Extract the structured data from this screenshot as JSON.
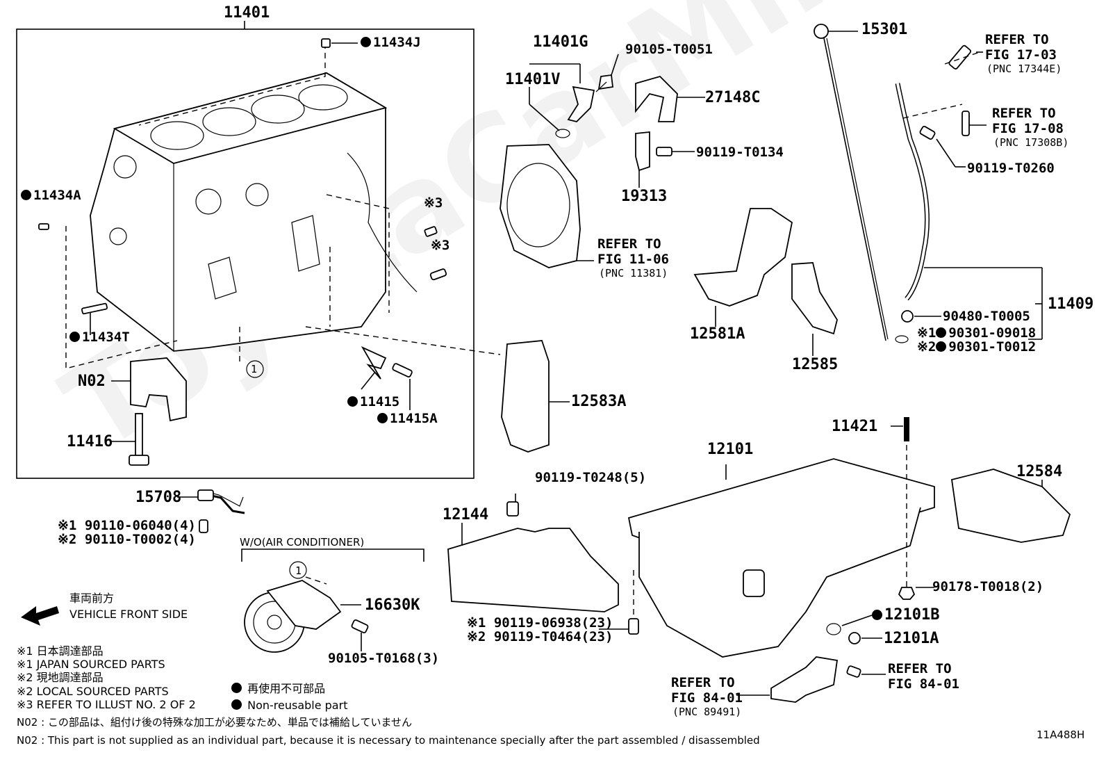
{
  "watermark": "ToyotaCarMine.ru",
  "diagram_id": "11A488H",
  "labels": {
    "p11401": "11401",
    "p11434J": "11434J",
    "p11434A": "11434A",
    "p11434T": "11434T",
    "p11415": "11415",
    "p11415A": "11415A",
    "pN02": "N02",
    "p11416": "11416",
    "p11401G": "11401G",
    "p11401V": "11401V",
    "p90105_T0051": "90105-T0051",
    "p27148C": "27148C",
    "p90119_T0134": "90119-T0134",
    "p19313": "19313",
    "p15301": "15301",
    "p90119_T0260": "90119-T0260",
    "p11409": "11409",
    "p90480_T0005": "90480-T0005",
    "p90301_09018": "90301-09018",
    "p90301_T0012": "90301-T0012",
    "p12581A": "12581A",
    "p12585": "12585",
    "p12583A": "12583A",
    "p11421": "11421",
    "p12101": "12101",
    "p12584": "12584",
    "p15708": "15708",
    "p90110_06040": "90110-06040(4)",
    "p90110_T0002": "90110-T0002(4)",
    "p90119_T0248": "90119-T0248(5)",
    "p12144": "12144",
    "p16630K": "16630K",
    "p90105_T0168": "90105-T0168(3)",
    "p90178_T0018": "90178-T0018(2)",
    "p12101B": "12101B",
    "p12101A": "12101A",
    "p90119_06938": "90119-06938(23)",
    "p90119_T0464": "90119-T0464(23)",
    "circle1": "1",
    "x3": "※3",
    "x1": "※1",
    "x2": "※2"
  },
  "refers": {
    "r1703_a": "REFER TO",
    "r1703_b": "FIG 17-03",
    "r1703_c": "(PNC 17344E)",
    "r1708_a": "REFER TO",
    "r1708_b": "FIG 17-08",
    "r1708_c": "(PNC 17308B)",
    "r1106_a": "REFER TO",
    "r1106_b": "FIG 11-06",
    "r1106_c": "(PNC 11381)",
    "r8401a_a": "REFER TO",
    "r8401a_b": "FIG 84-01",
    "r8401a_c": "(PNC 89491)",
    "r8401b_a": "REFER TO",
    "r8401b_b": "FIG 84-01"
  },
  "variant_title": "W/O(AIR CONDITIONER)",
  "vehicle_front_jp": "車両前方",
  "vehicle_front_en": "VEHICLE FRONT SIDE",
  "legend": {
    "jp1": "※1  日本調達部品",
    "en1": "※1  JAPAN SOURCED PARTS",
    "jp2": "※2  現地調達部品",
    "en2": "※2  LOCAL SOURCED PARTS",
    "x3": "※3  REFER TO ILLUST NO. 2 OF 2",
    "nr_jp": "再使用不可部品",
    "nr_en": "Non-reusable part"
  },
  "footnote_jp": "N02 : この部品は、組付け後の特殊な加工が必要なため、単品では補給していません",
  "footnote_en": "N02 : This part is not supplied as an individual part, because it is necessary to maintenance specially after the part assembled / disassembled"
}
